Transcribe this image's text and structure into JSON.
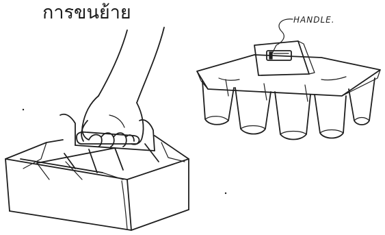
{
  "title": "การขนย้าย",
  "label_handle": "HANDLE.",
  "illustrations": [
    {
      "name": "hand-carrying-open-six-pack-carrier"
    },
    {
      "name": "six-cup-tray-with-top-handle"
    }
  ],
  "colors": {
    "ink": "#1e1e1e",
    "paper": "#ffffff"
  }
}
